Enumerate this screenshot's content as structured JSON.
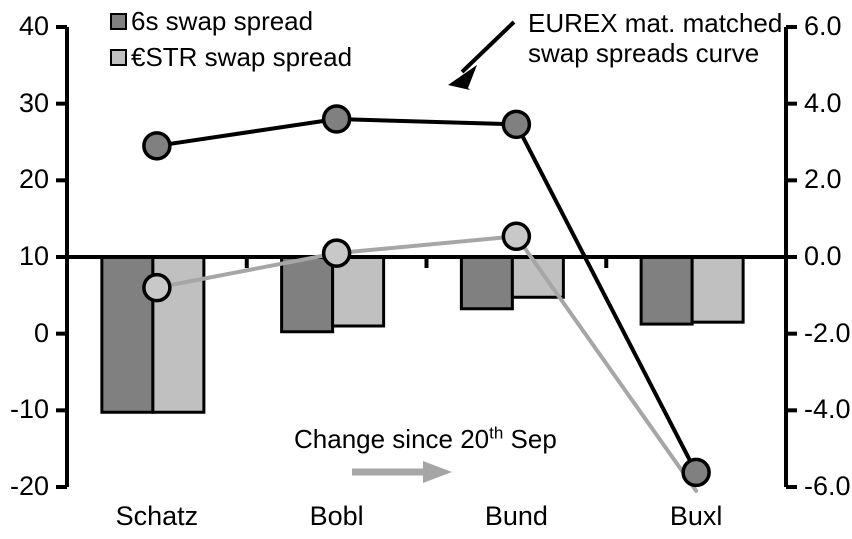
{
  "chart_data": {
    "type": "bar",
    "title": "",
    "xlabel": "",
    "categories": [
      "Schatz",
      "Bobl",
      "Bund",
      "Buxl"
    ],
    "left_axis": {
      "label": "",
      "ylim": [
        -20,
        40
      ],
      "ticks": [
        "40",
        "30",
        "20",
        "10",
        "0",
        "-10",
        "-20"
      ],
      "tick_values": [
        40,
        30,
        20,
        10,
        0,
        -10,
        -20
      ]
    },
    "right_axis": {
      "label": "",
      "ylim": [
        -6.0,
        6.0
      ],
      "ticks": [
        "6.0",
        "4.0",
        "2.0",
        "0.0",
        "-2.0",
        "-4.0",
        "-6.0"
      ],
      "tick_values": [
        6.0,
        4.0,
        2.0,
        0.0,
        -2.0,
        -4.0,
        -6.0
      ]
    },
    "series": [
      {
        "name": "6s swap spread",
        "kind": "bar",
        "axis": "right",
        "color": "#808080",
        "values": [
          -4.05,
          -1.95,
          -1.35,
          -1.75
        ]
      },
      {
        "name": "€STR swap spread",
        "kind": "bar",
        "axis": "right",
        "color": "#c0c0c0",
        "values": [
          -4.05,
          -1.8,
          -1.05,
          -1.7
        ]
      },
      {
        "name": "EUREX mat. matched swap spreads curve",
        "kind": "line",
        "axis": "left",
        "color": "#000000",
        "marker_color": "#808080",
        "values": [
          24.5,
          28.0,
          27.3,
          -18.1
        ]
      },
      {
        "name": "Change since 20th Sep",
        "kind": "line",
        "axis": "left",
        "color": "#a6a6a6",
        "marker_color": "#c8c8c8",
        "values": [
          6.0,
          10.5,
          12.7,
          -20.5
        ]
      }
    ],
    "legend": {
      "position": "top-left",
      "entries": [
        {
          "label": "6s swap spread",
          "color": "#808080"
        },
        {
          "label": "€STR swap spread",
          "color": "#c0c0c0"
        }
      ]
    },
    "annotations": [
      {
        "name": "eurex-curve-annotation",
        "line1": "EUREX mat. matched",
        "line2": "swap spreads curve"
      },
      {
        "name": "change-since-annotation",
        "prefix": "Change since 20",
        "superscript": "th",
        "suffix": " Sep"
      }
    ],
    "grid": false
  },
  "colors": {
    "bar_dark": "#808080",
    "bar_light": "#c0c0c0",
    "line_black": "#000000",
    "line_gray": "#a6a6a6",
    "marker_dark": "#808080",
    "marker_light": "#c8c8c8",
    "axis": "#000000",
    "background": "#ffffff"
  }
}
